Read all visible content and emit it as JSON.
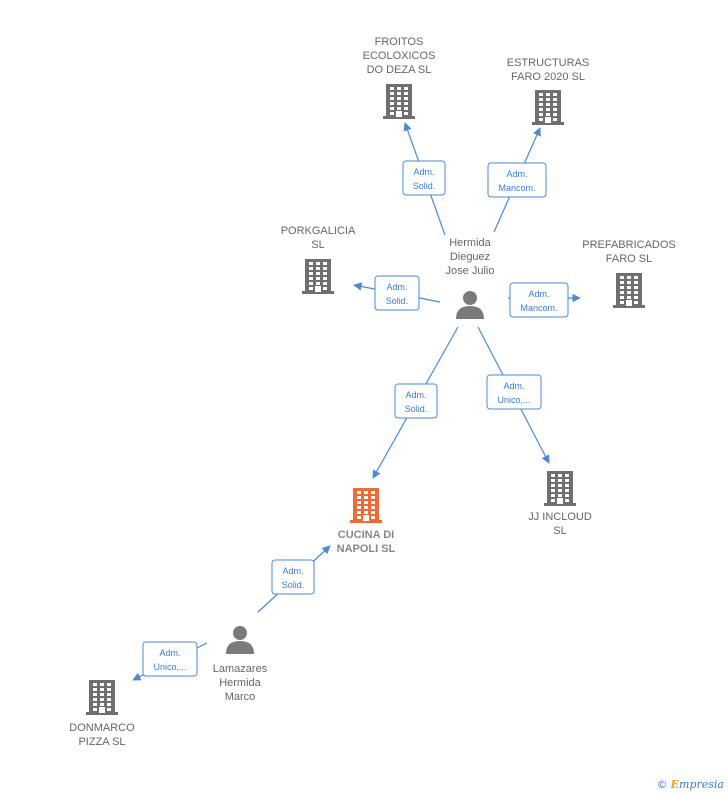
{
  "colors": {
    "edge": "#4a8ad4",
    "building": "#6f6f6f",
    "building_main": "#f06a35",
    "person": "#7a7a7a"
  },
  "nodes": {
    "froitos": {
      "lines": [
        "FROITOS",
        "ECOLOXICOS",
        "DO DEZA  SL"
      ],
      "icon": "building-icon"
    },
    "estructuras": {
      "lines": [
        "ESTRUCTURAS",
        "FARO 2020  SL"
      ],
      "icon": "building-icon"
    },
    "porkgalicia": {
      "lines": [
        "PORKGALICIA",
        "SL"
      ],
      "icon": "building-icon"
    },
    "prefabricados": {
      "lines": [
        "PREFABRICADOS",
        "FARO  SL"
      ],
      "icon": "building-icon"
    },
    "hermida": {
      "lines": [
        "Hermida",
        "Dieguez",
        "Jose Julio"
      ],
      "icon": "person-icon"
    },
    "cucina": {
      "lines": [
        "CUCINA DI",
        "NAPOLI  SL"
      ],
      "icon": "building-icon"
    },
    "jjincloud": {
      "lines": [
        "JJ INCLOUD",
        "SL"
      ],
      "icon": "building-icon"
    },
    "lamazares": {
      "lines": [
        "Lamazares",
        "Hermida",
        "Marco"
      ],
      "icon": "person-icon"
    },
    "donmarco": {
      "lines": [
        "DONMARCO",
        "PIZZA  SL"
      ],
      "icon": "building-icon"
    }
  },
  "edges": {
    "hermida_froitos": [
      "Adm.",
      "Solid."
    ],
    "hermida_estructuras": [
      "Adm.",
      "Mancom."
    ],
    "hermida_porkgalicia": [
      "Adm.",
      "Solid."
    ],
    "hermida_prefabricados": [
      "Adm.",
      "Mancom."
    ],
    "hermida_cucina": [
      "Adm.",
      "Solid."
    ],
    "hermida_jjincloud": [
      "Adm.",
      "Unico,..."
    ],
    "lamazares_cucina": [
      "Adm.",
      "Solid."
    ],
    "lamazares_donmarco": [
      "Adm.",
      "Unico,..."
    ]
  },
  "footer": {
    "copyright": "©",
    "brand_first": "E",
    "brand_rest": "mpresia"
  }
}
